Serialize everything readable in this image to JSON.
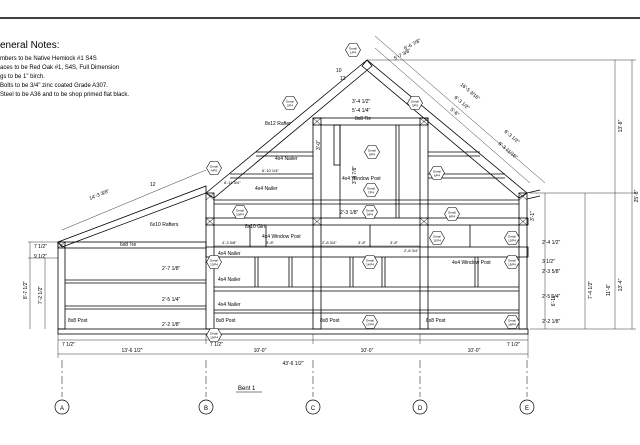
{
  "general_notes": {
    "heading": "eneral Notes:",
    "lines": [
      "mbers to be Native Hemlock #1 S4S",
      "aces to be Red Oak #1, S4S, Full Dimension",
      "gs to be 1\" birch.",
      "Bolts to be 3/4\" zinc coated Grade A307.",
      "Steel to be A36 and to be shop primed flat black."
    ]
  },
  "title": "Bent 1",
  "grid_lines": [
    "A",
    "B",
    "C",
    "D",
    "E"
  ],
  "details": [
    "Detail 1/P4",
    "Detail 2/P4",
    "Detail 3/P3",
    "Detail 4/P5",
    "Detail 5/P4",
    "Detail 6/P4",
    "Detail 7/P4",
    "Detail 8/P4",
    "Detail 9/P4",
    "Detail 10/P4",
    "Detail 11/P4",
    "Detail 12/P4",
    "Detail 13/P4",
    "Detail 14/P4",
    "Detail 15/P4",
    "Detail 16/P4",
    "Detail 17/P4",
    "Detail 18/P4"
  ],
  "labels": {
    "rafter": "8x12 Rafter",
    "rafters_6x10": "6x10 Rafters",
    "tie": "8x8 Tie",
    "girt": "8x10 Girt",
    "tie_low": "6x8 Tie",
    "nailer": "4x4 Nailer",
    "window_post": "4x4 Window Post",
    "post": "8x8 Post",
    "pitch_12": "12",
    "pitch_10": "10",
    "pitch_run": "12"
  },
  "dims": {
    "bottom_spans": [
      "13'-6 1/2\"",
      "10'-0\"",
      "10'-0\"",
      "10'-0\""
    ],
    "total": "43'-6 1/2\"",
    "overhang_left": "7 1/2\"",
    "overhang_b": "7 1/2\"",
    "overhang_right": "7 1/2\"",
    "right_heights": [
      "13'-8\"",
      "25'-8\"",
      "13'-4\"",
      "11'-6\"",
      "7'-4 1/2\"",
      "6'-11\""
    ],
    "right_small": [
      "2'-4 1/2\"",
      "3 1/2\"",
      "2'-3 5/8\"",
      "2'-5 1/4\"",
      "2'-2 1/8\"",
      "3'-1\""
    ],
    "left_heights": [
      "8'-7 1/2\"",
      "7'-2 1/2\"",
      "7 1/2\"",
      "9 1/2\""
    ],
    "left_rows": [
      "2'-7 1/8\"",
      "2'-5 1/4\"",
      "2'-2 1/8\""
    ],
    "rafter_lengths": [
      "6'-6 7/8\"",
      "5'-7 3/8\"",
      "16'-5 3/16\"",
      "6'-3 1/2\"",
      "5'-6\"",
      "6'-3 1/2\"",
      "6'-3 11/16\""
    ],
    "shed_rafter": "14'-3 3/8\"",
    "center": [
      "3'-4 1/2\"",
      "5'-4 1/4\"",
      "3'-0\"",
      "3'-4 7/8\"",
      "6'-10 1/4\"",
      "6'-11 3/4\"",
      "2'-3 1/8\""
    ],
    "window_row": [
      "4'-3 5/8\"",
      "3'-8\"",
      "2'-8 3/4\"",
      "3'-8\"",
      "3'-8\"",
      "2'-8 3/4\""
    ]
  }
}
